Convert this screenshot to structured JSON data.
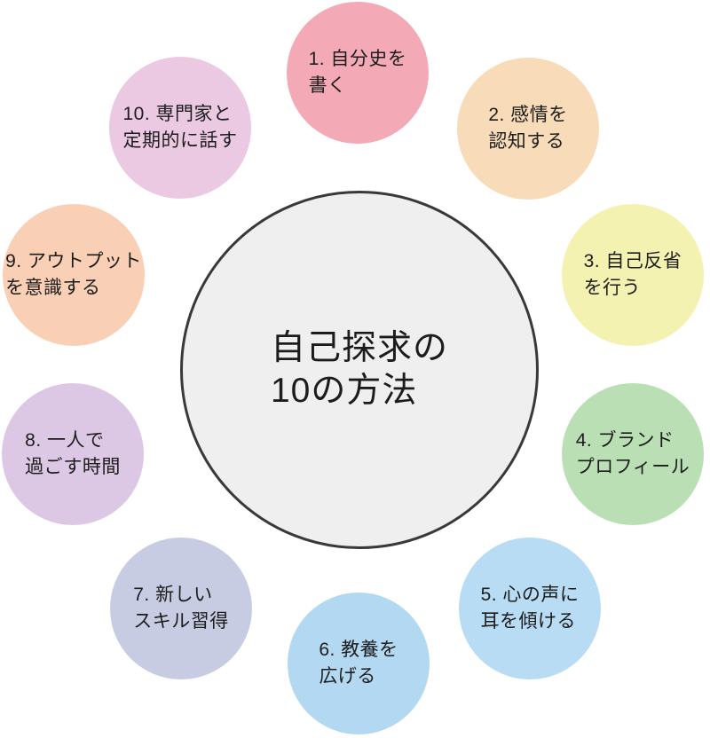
{
  "diagram": {
    "title": "自己探求の10の方法",
    "type": "circular-cycle-diagram",
    "center": {
      "line1": "自己探求の",
      "line2": "10の方法",
      "fill": "#EFEFEF",
      "border_color": "#39393B"
    },
    "items": [
      {
        "number": "1",
        "line1": "1. 自分史を",
        "line2": "書く",
        "color": "#F4AAB6",
        "position": "top"
      },
      {
        "number": "2",
        "line1": "2. 感情を",
        "line2": "認知する",
        "color": "#F8DBB8",
        "position": "top-right"
      },
      {
        "number": "3",
        "line1": "3. 自己反省",
        "line2": "を行う",
        "color": "#F4F2B0",
        "position": "right-upper"
      },
      {
        "number": "4",
        "line1": "4. ブランド",
        "line2": "プロフィール",
        "color": "#BADFB5",
        "position": "right-lower"
      },
      {
        "number": "5",
        "line1": "5. 心の声に",
        "line2": "耳を傾ける",
        "color": "#B7DCF4",
        "position": "bottom-right"
      },
      {
        "number": "6",
        "line1": "6. 教養を",
        "line2": "広げる",
        "color": "#B3D8F2",
        "position": "bottom"
      },
      {
        "number": "7",
        "line1": "7. 新しい",
        "line2": "スキル習得",
        "color": "#C7CCE2",
        "position": "bottom-left"
      },
      {
        "number": "8",
        "line1": "8. 一人で",
        "line2": "過ごす時間",
        "color": "#DCC8E4",
        "position": "left-lower"
      },
      {
        "number": "9",
        "line1": "9. アウトプット",
        "line2": "を意識する",
        "color": "#F9D0B5",
        "position": "left-upper"
      },
      {
        "number": "10",
        "line1": "10. 専門家と",
        "line2": "定期的に話す",
        "color": "#EBC9E3",
        "position": "top-left"
      }
    ]
  }
}
